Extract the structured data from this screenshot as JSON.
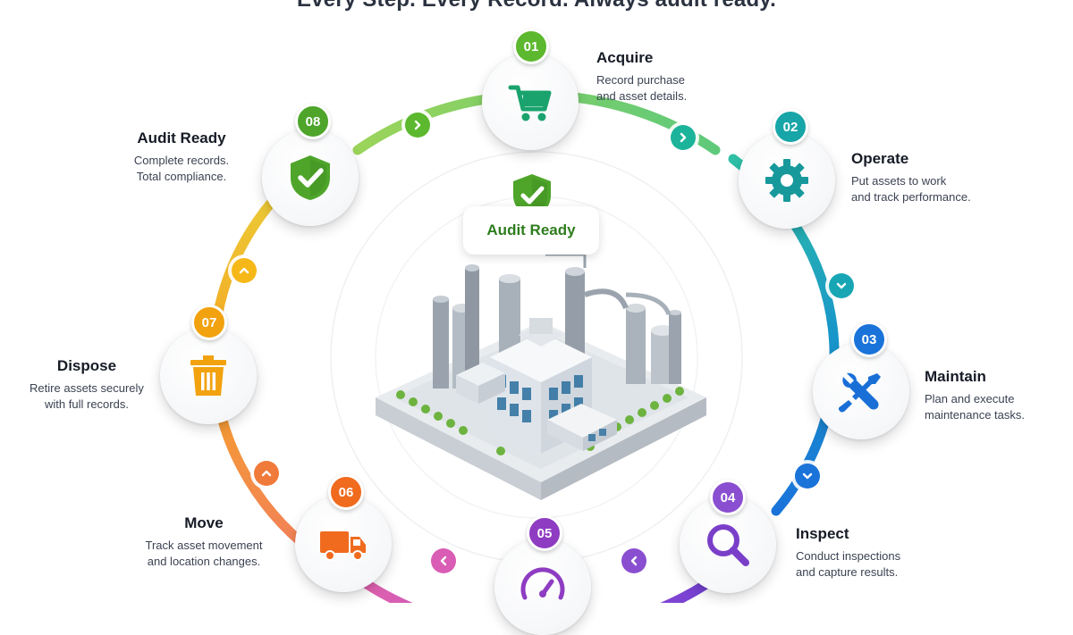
{
  "header": {
    "tagline": "Every Step. Every Record. Always audit ready."
  },
  "center": {
    "label": "Audit Ready",
    "icon": "shield-check-icon",
    "illustration": "industrial-facility"
  },
  "stages": [
    {
      "number": "01",
      "title": "Acquire",
      "desc": [
        "Record purchase",
        "and asset details."
      ],
      "icon": "shopping-cart-icon",
      "color": "#5cb82e"
    },
    {
      "number": "02",
      "title": "Operate",
      "desc": [
        "Put assets to work",
        "and track performance."
      ],
      "icon": "gear-icon",
      "color": "#17a5a8"
    },
    {
      "number": "03",
      "title": "Maintain",
      "desc": [
        "Plan and execute",
        "maintenance tasks."
      ],
      "icon": "wrench-screwdriver-icon",
      "color": "#1a73d9"
    },
    {
      "number": "04",
      "title": "Inspect",
      "desc": [
        "Conduct inspections",
        "and capture results."
      ],
      "icon": "magnifier-icon",
      "color": "#8a4fd0"
    },
    {
      "number": "05",
      "title": "",
      "desc": [],
      "icon": "speedometer-icon",
      "color": "#8e3cc2"
    },
    {
      "number": "06",
      "title": "Move",
      "desc": [
        "Track asset movement",
        "and location changes."
      ],
      "icon": "delivery-truck-icon",
      "color": "#f06b1e"
    },
    {
      "number": "07",
      "title": "Dispose",
      "desc": [
        "Retire assets securely",
        "with full records."
      ],
      "icon": "trash-bin-icon",
      "color": "#f2a20f"
    },
    {
      "number": "08",
      "title": "Audit Ready",
      "desc": [
        "Complete records.",
        "Total compliance."
      ],
      "icon": "shield-check-icon",
      "color": "#4ea52a"
    }
  ],
  "colors": {
    "ring_green": "#7bc44a",
    "ring_teal": "#19b3b0",
    "ring_blue": "#1a73d9",
    "ring_purple": "#8a4fd0",
    "ring_pink": "#d95db4",
    "ring_orange": "#f07a3a",
    "ring_yellow": "#f5c21b"
  }
}
